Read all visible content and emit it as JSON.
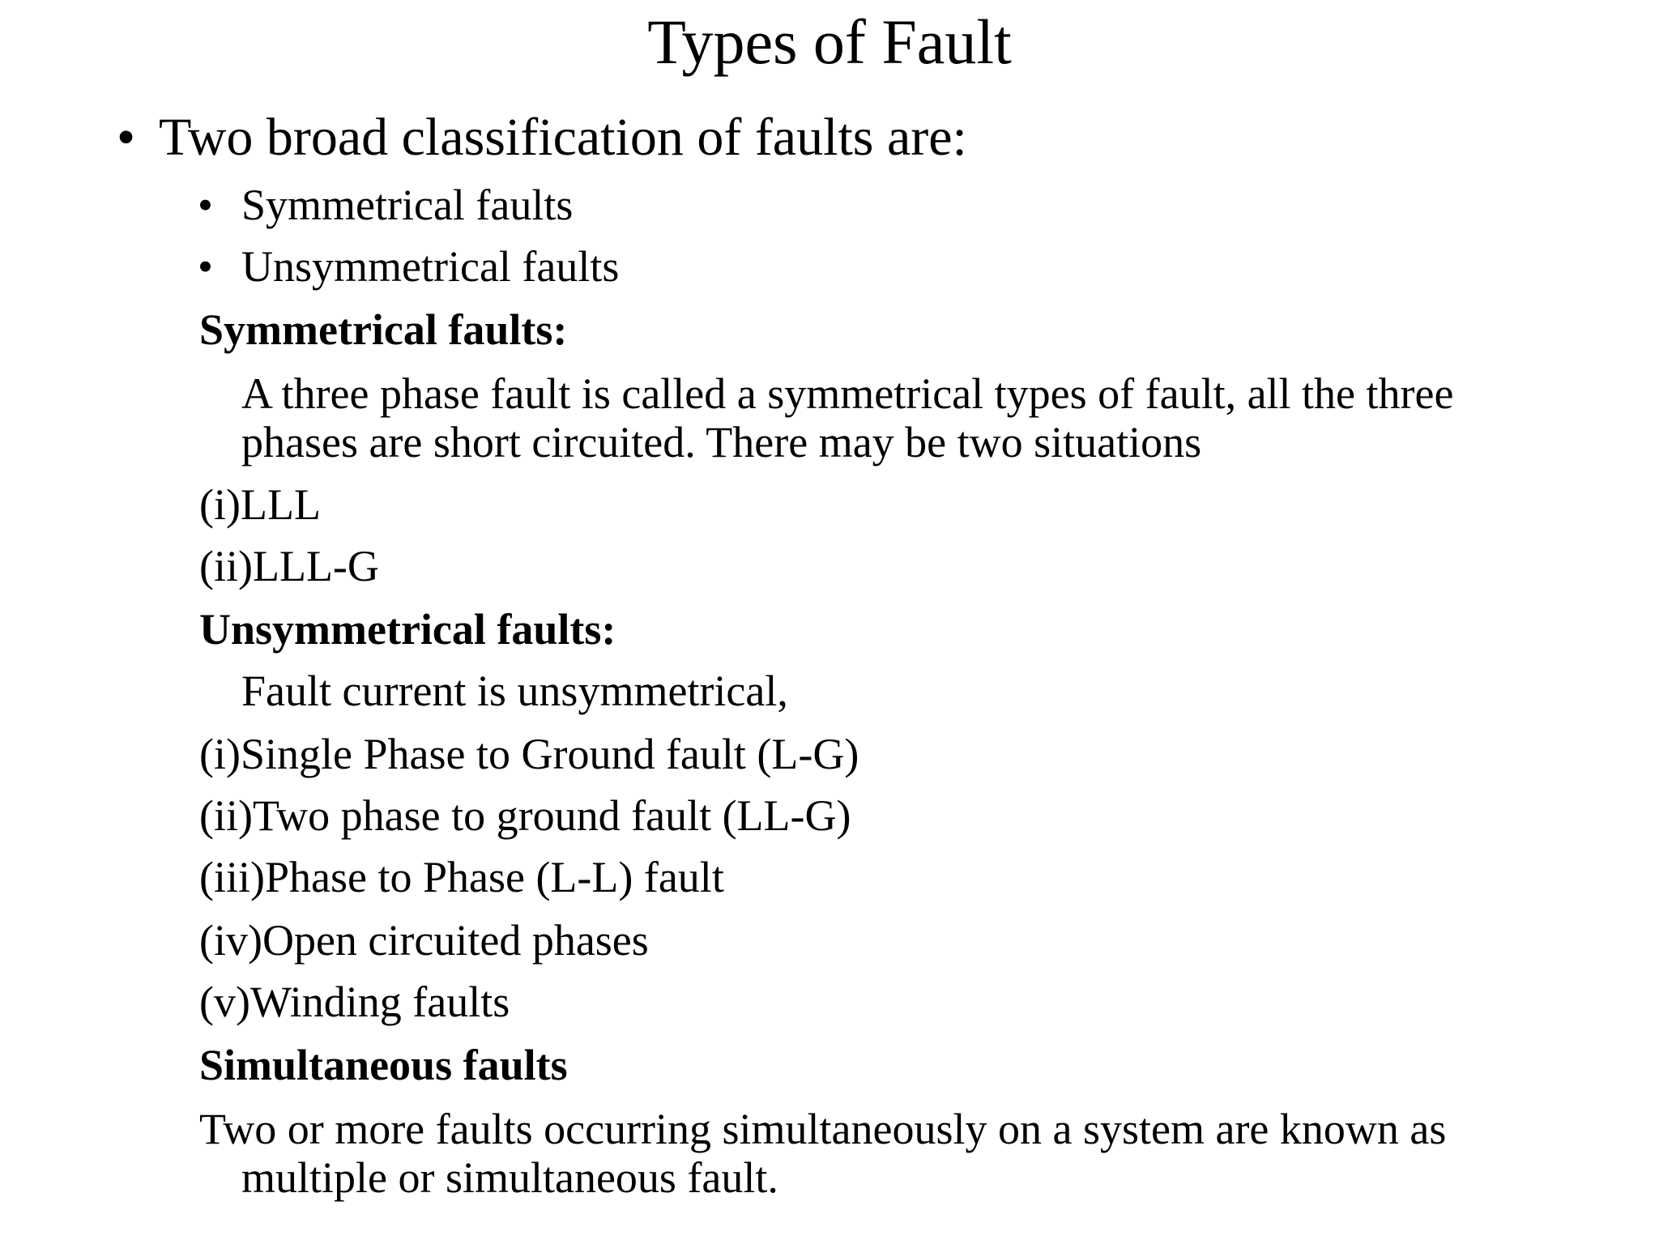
{
  "slide": {
    "title": "Types of Fault",
    "intro": {
      "bullet": "•",
      "text": "Two broad classification of faults are:"
    },
    "sub_bullets": [
      {
        "bullet": "•",
        "text": "Symmetrical faults"
      },
      {
        "bullet": "•",
        "text": "Unsymmetrical faults"
      }
    ],
    "symmetrical": {
      "heading": "Symmetrical faults:",
      "description": "A three phase fault is called a symmetrical types of fault, all the three phases are short circuited. There may be two situations",
      "items": [
        "(i)LLL",
        "(ii)LLL-G"
      ]
    },
    "unsymmetrical": {
      "heading": "Unsymmetrical faults:",
      "description": "Fault current is unsymmetrical,",
      "items": [
        "(i)Single Phase to Ground fault (L-G)",
        "(ii)Two phase to ground fault (LL-G)",
        "(iii)Phase to Phase (L-L) fault",
        "(iv)Open circuited phases",
        "(v)Winding faults"
      ]
    },
    "simultaneous": {
      "heading": "Simultaneous faults",
      "description": "Two or more faults occurring simultaneously on a system are known as multiple or simultaneous fault."
    }
  }
}
